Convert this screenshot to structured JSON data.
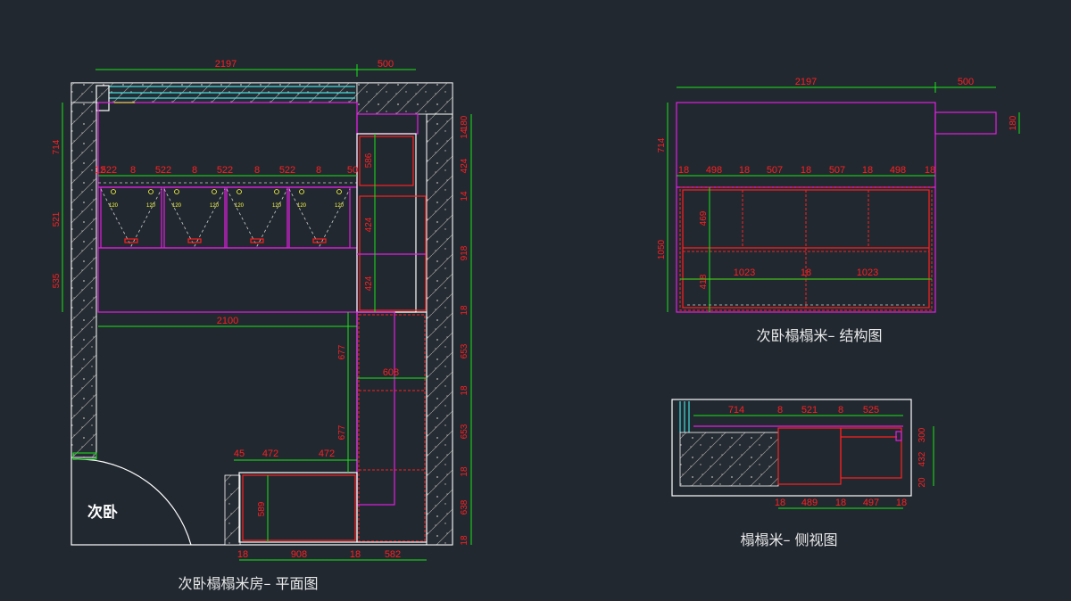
{
  "plan": {
    "caption": "次卧榻榻米房– 平面图",
    "room_label": "次卧",
    "top_dims": [
      "2197",
      "500"
    ],
    "left_dims": [
      "714",
      "521",
      "535"
    ],
    "row_dims": [
      "12",
      "522",
      "8",
      "522",
      "8",
      "522",
      "8",
      "522",
      "8",
      "50"
    ],
    "drawer_label": "120",
    "mid_dim": "2100",
    "right_dims": [
      "180",
      "14",
      "424",
      "14",
      "918",
      "18",
      "653",
      "18",
      "653",
      "18",
      "638",
      "18"
    ],
    "tall_dims": [
      "586",
      "424",
      "424"
    ],
    "cab_dims": [
      "677",
      "608",
      "677"
    ],
    "bottom_row_dims": [
      "45",
      "472",
      "472"
    ],
    "bottom_dims": [
      "18",
      "908",
      "18",
      "582"
    ],
    "small_dim": "589"
  },
  "structure": {
    "caption": "次卧榻榻米– 结构图",
    "top_dims": [
      "2197",
      "500"
    ],
    "row_dims": [
      "18",
      "498",
      "18",
      "507",
      "18",
      "507",
      "18",
      "498",
      "18"
    ],
    "mid_dims": [
      "1023",
      "18",
      "1023"
    ],
    "left_dims": [
      "714",
      "1050"
    ],
    "inner_dims": [
      "469",
      "418"
    ],
    "right_dim": "180"
  },
  "side": {
    "caption": "榻榻米– 侧视图",
    "top_dims": [
      "714",
      "8",
      "521",
      "8",
      "525"
    ],
    "right_dims": [
      "300",
      "432",
      "20"
    ],
    "bottom_dims": [
      "18",
      "489",
      "18",
      "497",
      "18"
    ]
  }
}
